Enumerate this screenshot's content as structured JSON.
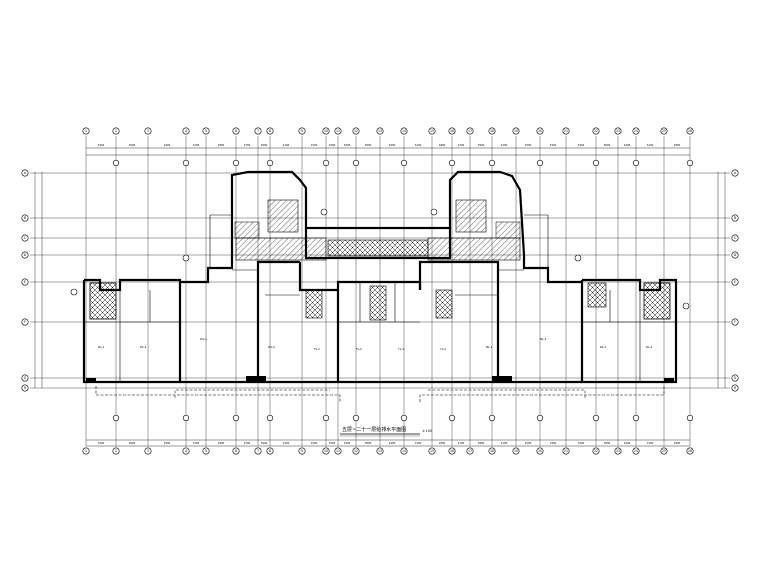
{
  "drawing": {
    "title": "五层~二十一层给排水平面图",
    "scale": "1:100",
    "column_axis_labels": [
      "1",
      "2",
      "3",
      "4",
      "5",
      "6",
      "7",
      "8",
      "9",
      "10",
      "11",
      "12",
      "13",
      "14",
      "15",
      "16",
      "17",
      "18",
      "19",
      "20",
      "21",
      "22",
      "23",
      "24",
      "25",
      "26",
      "27",
      "28"
    ],
    "row_axis_labels": [
      "A",
      "B",
      "C",
      "D",
      "E",
      "F",
      "G",
      "H"
    ],
    "dimension_labels": [
      "3200",
      "3600",
      "2400",
      "3100",
      "1800",
      "2700",
      "3900",
      "2100",
      "1500",
      "3300"
    ],
    "room_tags": [
      "DL-1",
      "DL-2",
      "WL-1",
      "WL-2",
      "FL-1",
      "FL-2",
      "YL-1",
      "YL-2",
      "NL-1",
      "NL-2",
      "RL-1",
      "RL-2"
    ]
  }
}
